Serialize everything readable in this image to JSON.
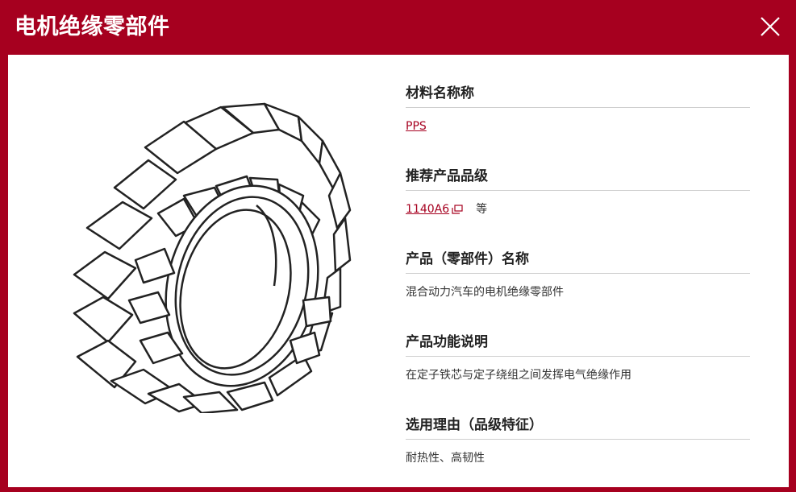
{
  "header": {
    "title": "电机绝缘零部件",
    "close_icon": "close-icon"
  },
  "colors": {
    "brand": "#a6001f",
    "link": "#a6001f",
    "text": "#333333"
  },
  "illustration": {
    "icon": "motor-insulator-ring-illustration"
  },
  "sections": [
    {
      "label": "材料名称称",
      "value": "PPS"
    },
    {
      "label": "推荐产品品级",
      "value": "1140A6",
      "suffix": "等",
      "link_icon": "external-window-icon"
    },
    {
      "label": "产品（零部件）名称",
      "value": "混合动力汽车的电机绝缘零部件"
    },
    {
      "label": "产品功能说明",
      "value": "在定子铁芯与定子绕组之间发挥电气绝缘作用"
    },
    {
      "label": "选用理由（品级特征）",
      "value": "耐热性、高韧性"
    }
  ]
}
